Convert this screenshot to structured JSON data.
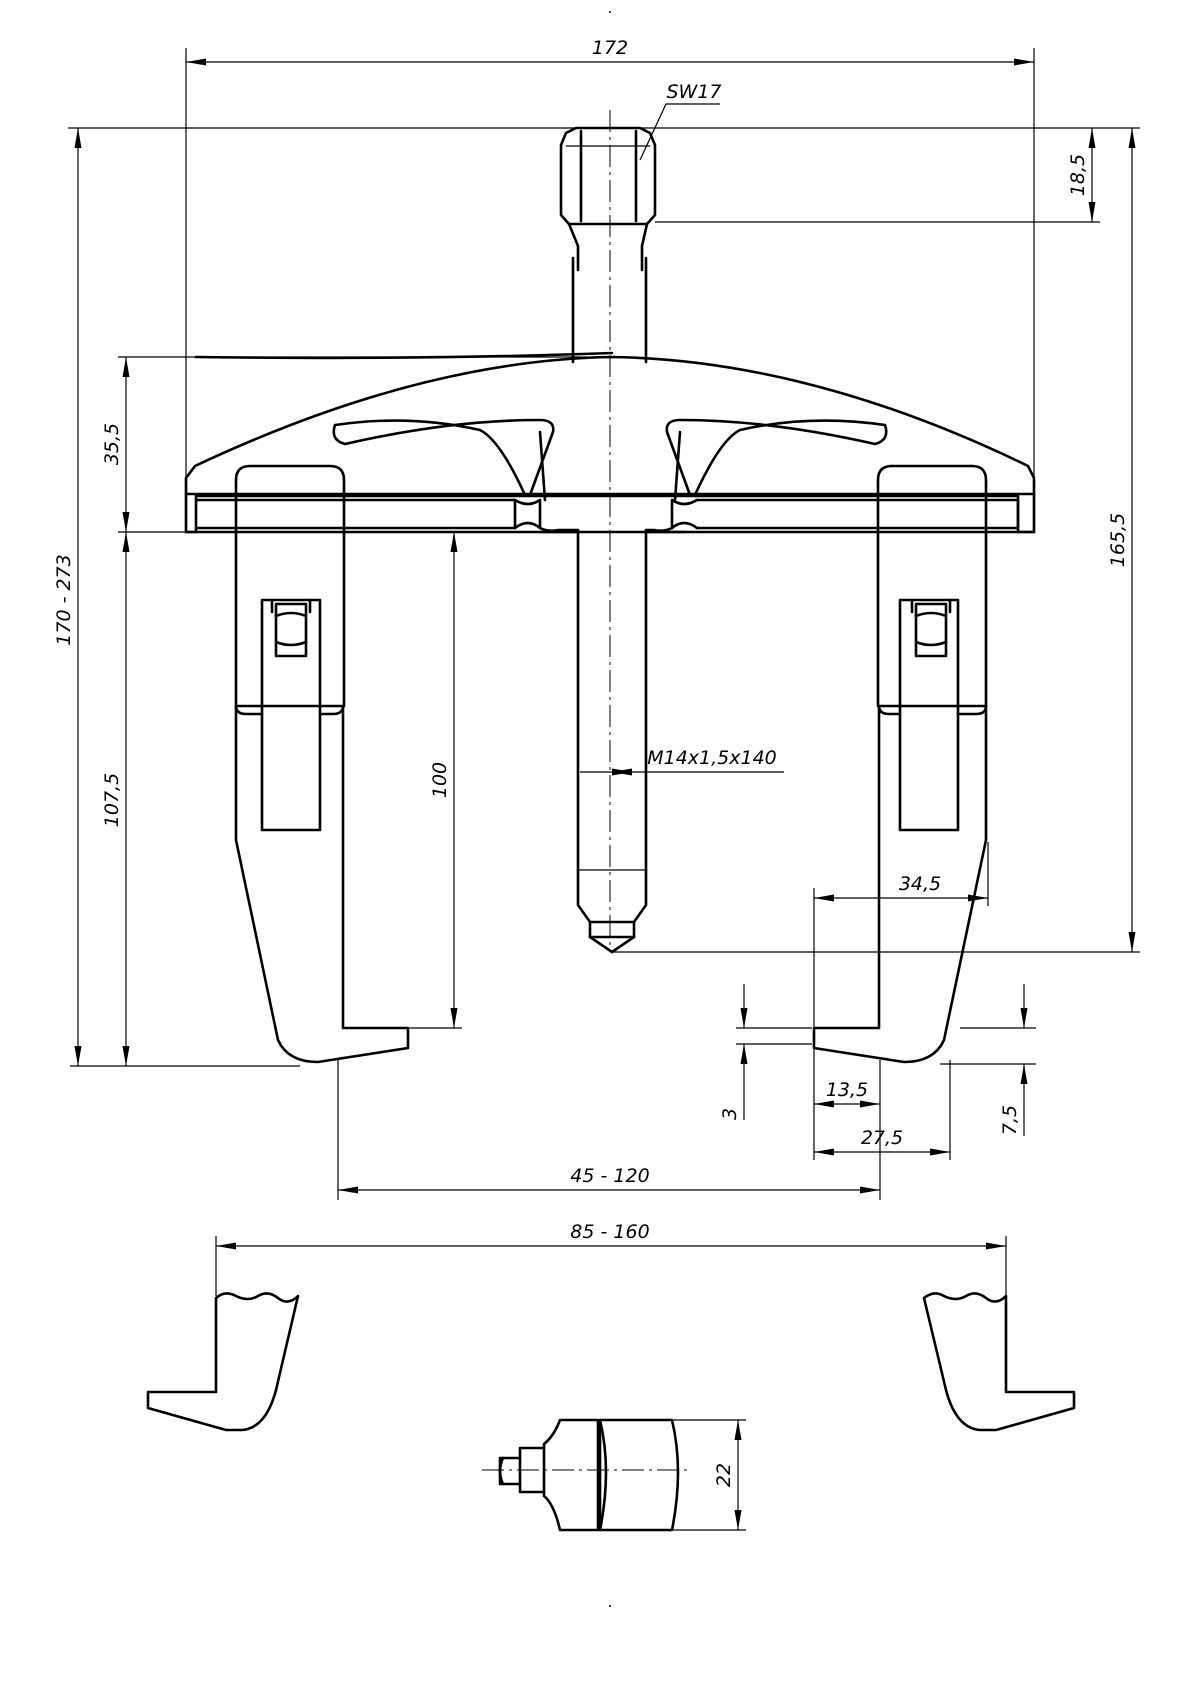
{
  "dimensions": {
    "overall_width": "172",
    "nut_size": "SW17",
    "nut_height": "18,5",
    "beam_height": "35,5",
    "total_height_range": "170 - 273",
    "right_height": "165,5",
    "jaw_length": "107,5",
    "reach_depth": "100",
    "thread_spec": "M14x1,5x140",
    "jaw_width": "34,5",
    "tip_step": "3",
    "tip_length": "13,5",
    "tip_thickness": "7,5",
    "jaw_foot": "27,5",
    "inner_span": "45 - 120",
    "outer_span": "85 - 160",
    "pin_width": "22"
  }
}
